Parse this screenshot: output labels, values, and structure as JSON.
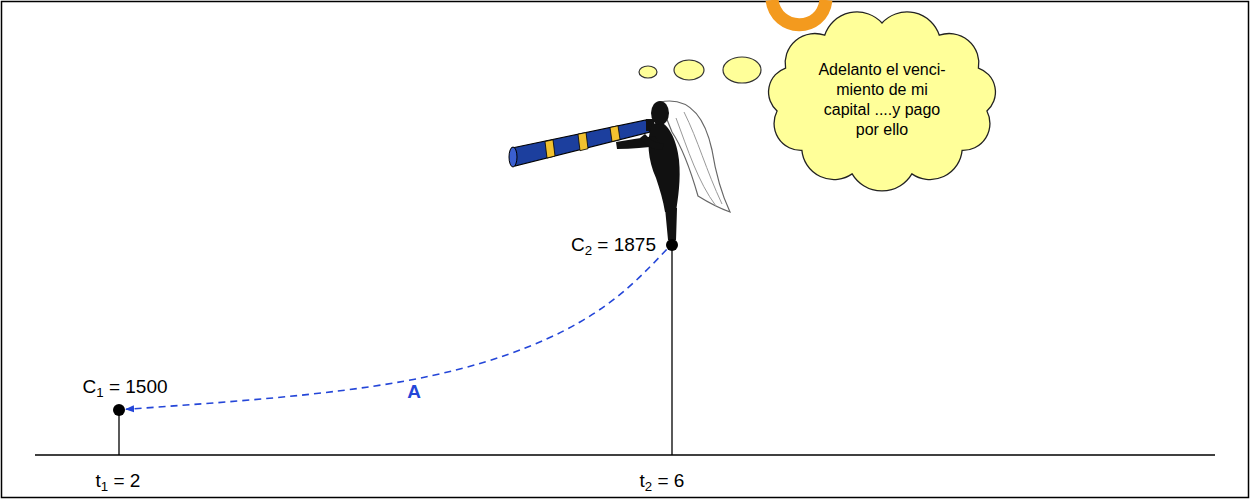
{
  "diagram": {
    "nodes": [
      {
        "text": [
          "Adelanto el venci- miento de mi capital ....y pago por ello"
        ]
      },
      {
        "text": [
          "C2 = 1875"
        ]
      },
      {
        "text": [
          "C1 = 1500"
        ]
      }
    ],
    "edges": [
      {
        "from": 1,
        "to": 2,
        "arrow": "to",
        "label": "A"
      }
    ],
    "labels": [
      "t1 = 2",
      "t2 = 6"
    ]
  }
}
